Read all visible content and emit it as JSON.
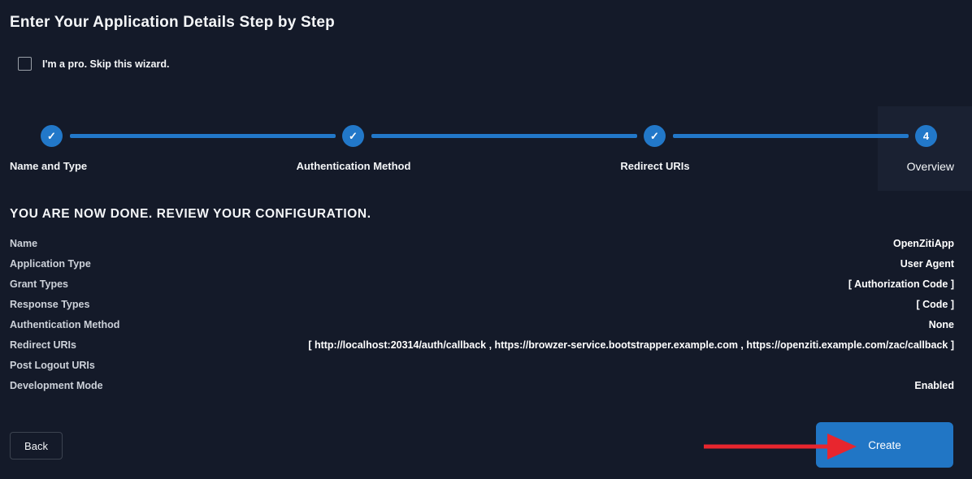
{
  "page": {
    "title": "Enter Your Application Details Step by Step"
  },
  "skip_wizard": {
    "label": "I'm a pro. Skip this wizard.",
    "checked": false
  },
  "stepper": {
    "steps": [
      {
        "label": "Name and Type",
        "glyph": "✓",
        "status": "complete"
      },
      {
        "label": "Authentication Method",
        "glyph": "✓",
        "status": "complete"
      },
      {
        "label": "Redirect URIs",
        "glyph": "✓",
        "status": "complete"
      },
      {
        "label": "Overview",
        "glyph": "4",
        "status": "current"
      }
    ]
  },
  "review": {
    "heading": "YOU ARE NOW DONE. REVIEW YOUR CONFIGURATION.",
    "rows": [
      {
        "label": "Name",
        "value": "OpenZitiApp"
      },
      {
        "label": "Application Type",
        "value": "User Agent"
      },
      {
        "label": "Grant Types",
        "value": "[ Authorization Code ]"
      },
      {
        "label": "Response Types",
        "value": "[ Code ]"
      },
      {
        "label": "Authentication Method",
        "value": "None"
      },
      {
        "label": "Redirect URIs",
        "value": "[ http://localhost:20314/auth/callback , https://browzer-service.bootstrapper.example.com , https://openziti.example.com/zac/callback ]"
      },
      {
        "label": "Post Logout URIs",
        "value": ""
      },
      {
        "label": "Development Mode",
        "value": "Enabled"
      }
    ]
  },
  "actions": {
    "back_label": "Back",
    "create_label": "Create"
  },
  "annotation": {
    "type": "arrow",
    "points_to": "create-button",
    "color": "#e8262e"
  },
  "colors": {
    "background": "#141a29",
    "accent_blue": "#2278c9",
    "button_blue": "#2176c5",
    "highlight_panel": "#1a2132",
    "annotation_red": "#e8262e"
  }
}
